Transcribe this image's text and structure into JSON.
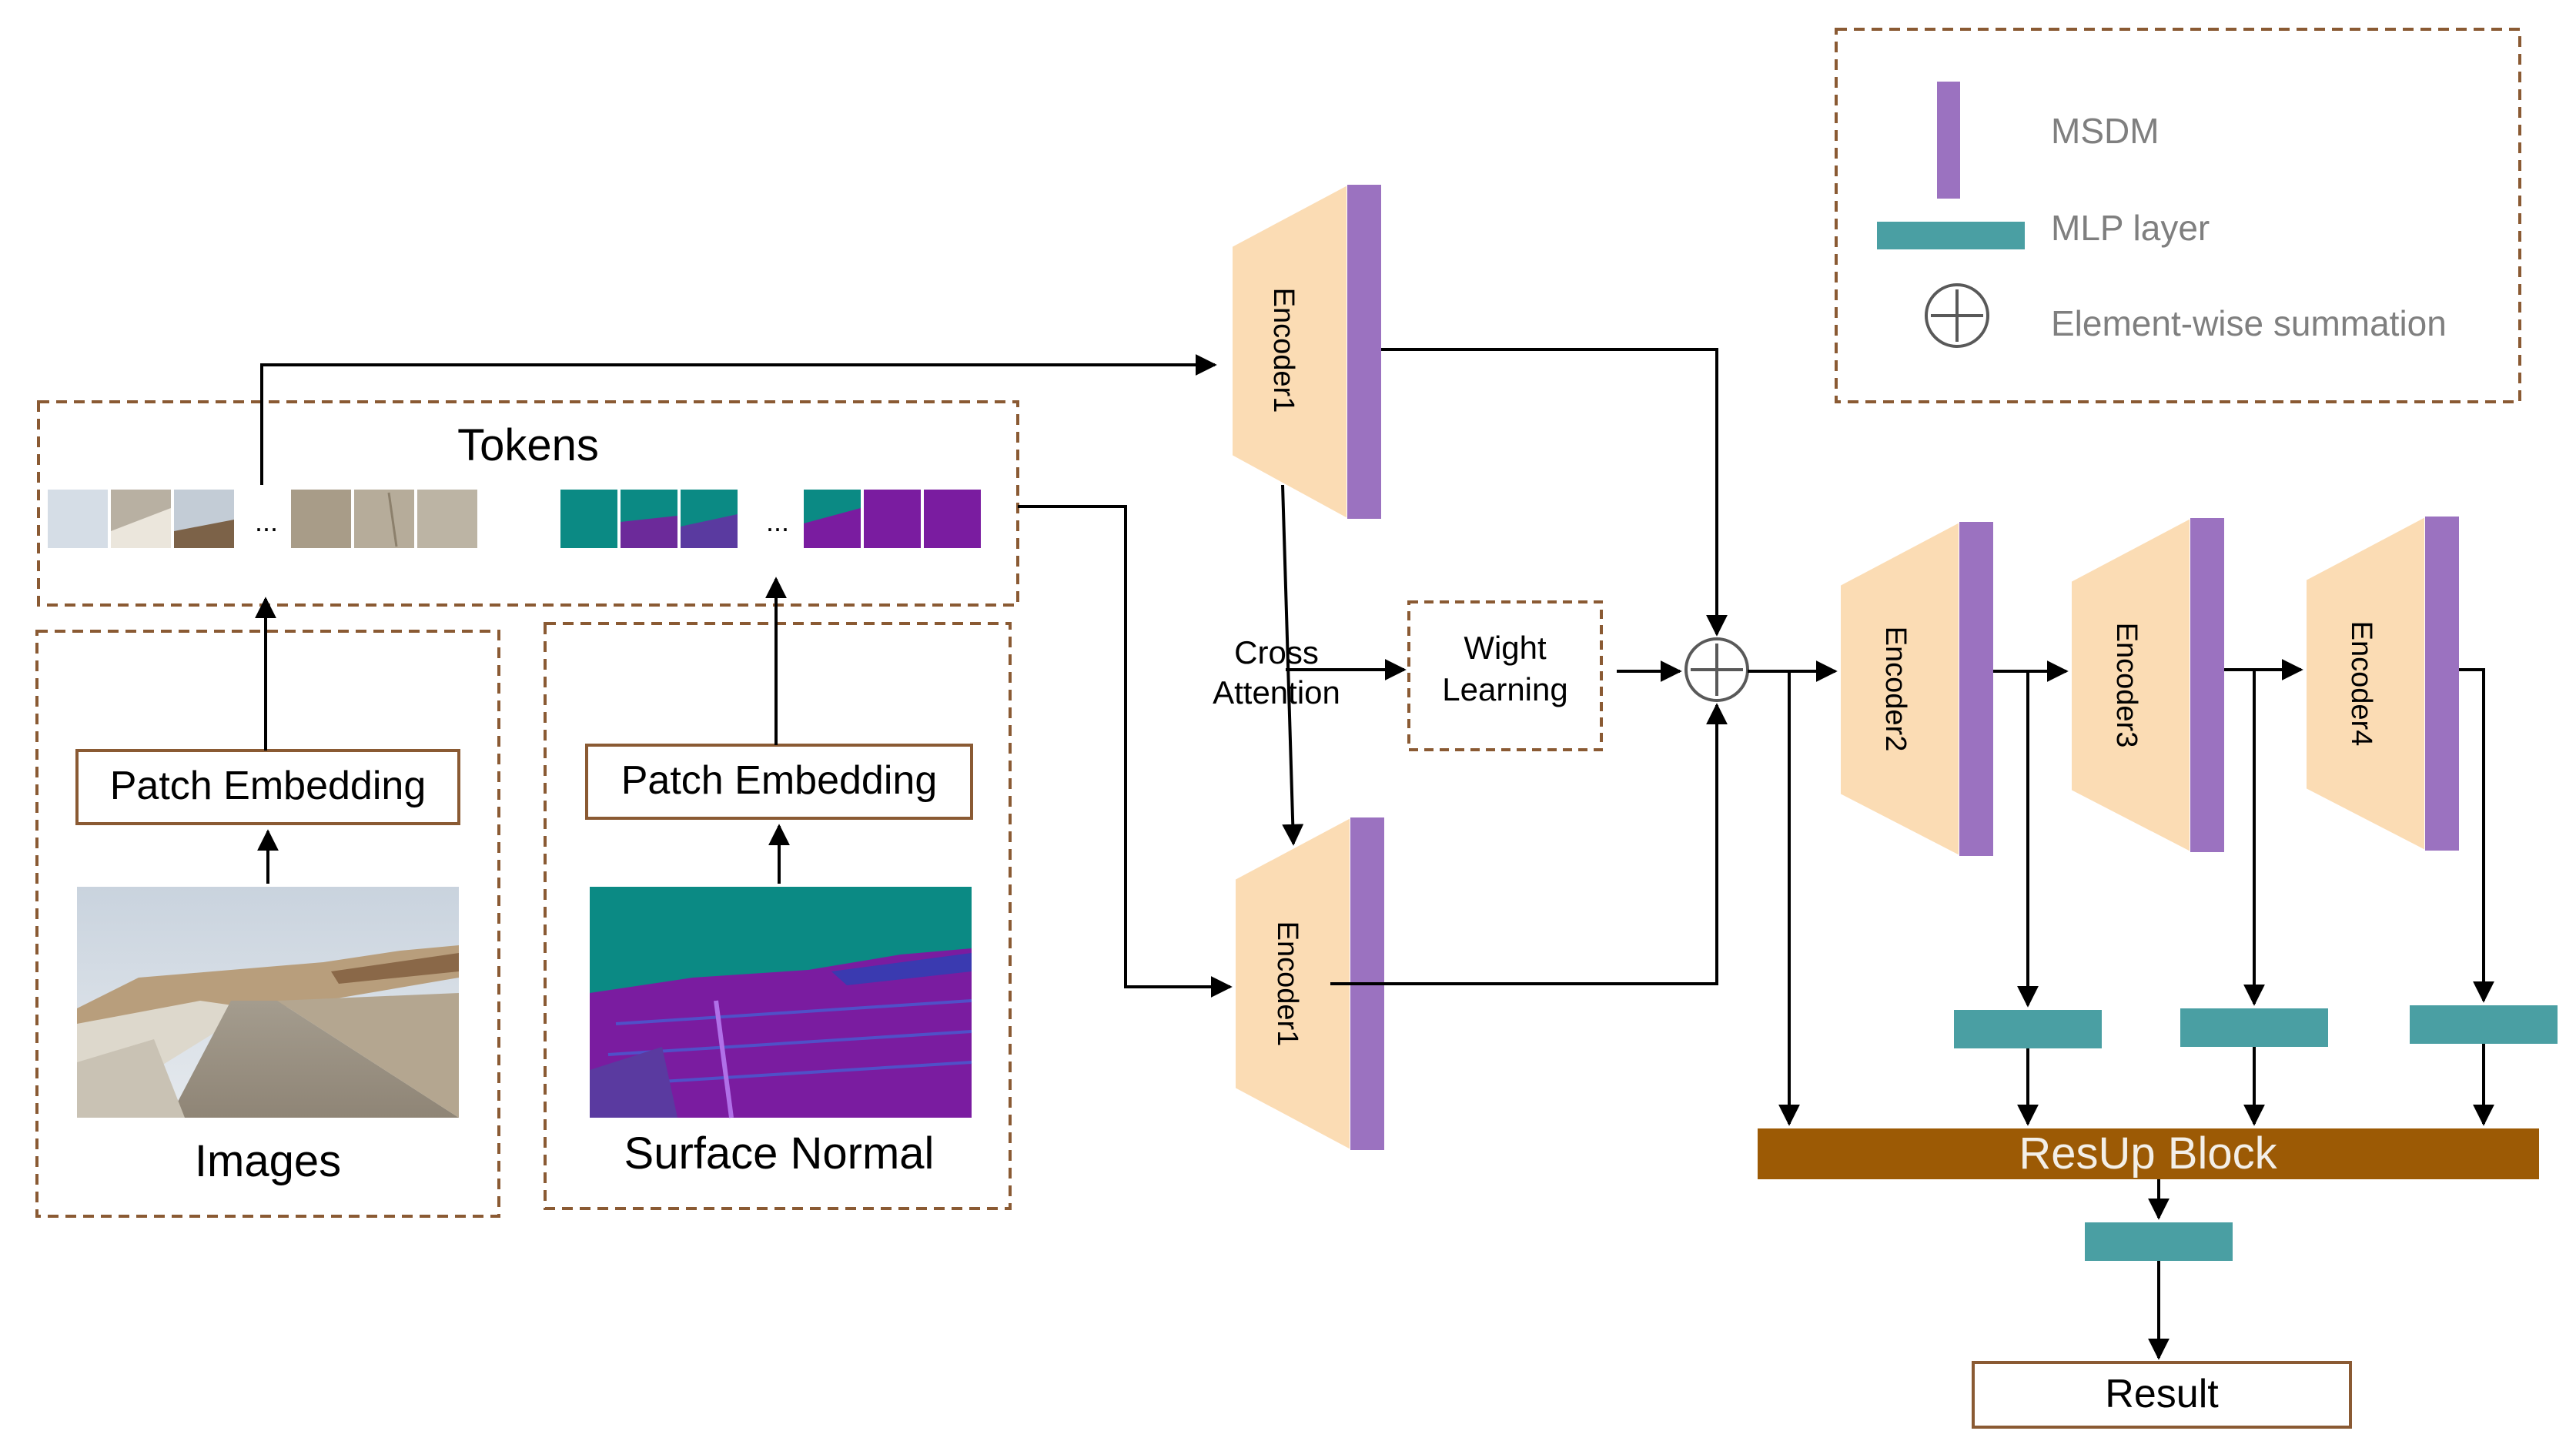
{
  "tokens_label": "Tokens",
  "ellipsis": "...",
  "patch_embedding_left": "Patch Embedding",
  "patch_embedding_right": "Patch Embedding",
  "images_label": "Images",
  "surface_normal_label": "Surface Normal",
  "cross_attention_line1": "Cross",
  "cross_attention_line2": "Attention",
  "weight_learning_line1": "Wight",
  "weight_learning_line2": "Learning",
  "encoder_top": "Encoder1",
  "encoder_bottom": "Encoder1",
  "encoder2": "Encoder2",
  "encoder3": "Encoder3",
  "encoder4": "Encoder4",
  "resup_block": "ResUp Block",
  "result": "Result",
  "legend": {
    "msdm": "MSDM",
    "mlp": "MLP layer",
    "sum": "Element-wise summation"
  },
  "colors": {
    "encoder_fill": "#fbdcb4",
    "msdm_purple": "#9b72c0",
    "mlp_teal": "#4a9fa3",
    "resup_brown": "#9c5a05",
    "dash_border": "#8a5a33",
    "token_teal": "#0b8a84",
    "token_purple": "#7a1ca0"
  }
}
